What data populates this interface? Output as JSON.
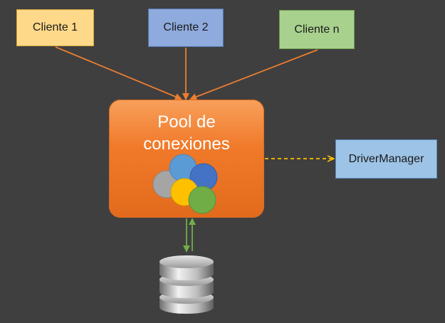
{
  "clients": [
    {
      "label": "Cliente 1"
    },
    {
      "label": "Cliente 2"
    },
    {
      "label": "Cliente n"
    }
  ],
  "pool": {
    "label": "Pool de\nconexiones"
  },
  "driver_manager": {
    "label": "DriverManager"
  },
  "colors": {
    "background": "#3f3f3f",
    "client_arrows": "#ed7d31",
    "driver_arrow": "#ffc000",
    "db_arrows": "#70ad47",
    "connection_circles": [
      "#a5a5a5",
      "#5b9bd5",
      "#4472c4",
      "#ffc000",
      "#70ad47"
    ]
  },
  "icons": [
    "connection-circles-icon",
    "database-icon"
  ]
}
